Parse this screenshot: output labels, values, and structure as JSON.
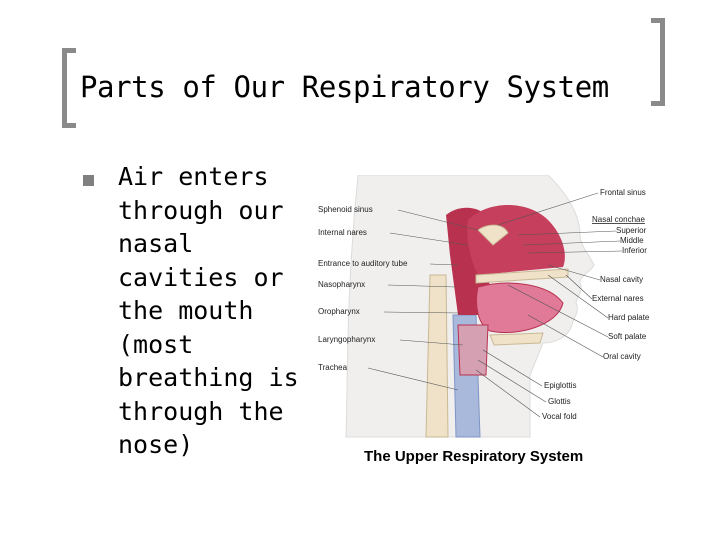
{
  "slide": {
    "title": "Parts of Our Respiratory System",
    "bullet_text": "Air enters through our nasal cavities or the mouth (most breathing is through the nose)"
  },
  "figure": {
    "caption": "The Upper Respiratory System",
    "labels_left": [
      "Sphenoid sinus",
      "Internal nares",
      "Entrance to auditory tube",
      "Nasopharynx",
      "Oropharynx",
      "Laryngopharynx",
      "Trachea"
    ],
    "labels_right": [
      "Frontal sinus",
      "Nasal conchae",
      "Superior",
      "Middle",
      "Inferior",
      "Nasal cavity",
      "External nares",
      "Hard palate",
      "Soft palate",
      "Oral cavity",
      "Epiglottis",
      "Glottis",
      "Vocal fold"
    ]
  },
  "colors": {
    "accent_bracket": "#8a8a8a",
    "bullet": "#808080",
    "tissue_pink": "#e07a98",
    "tissue_red": "#b8324f",
    "bone": "#efe2c8",
    "trachea_blue": "#a9b9dc"
  }
}
